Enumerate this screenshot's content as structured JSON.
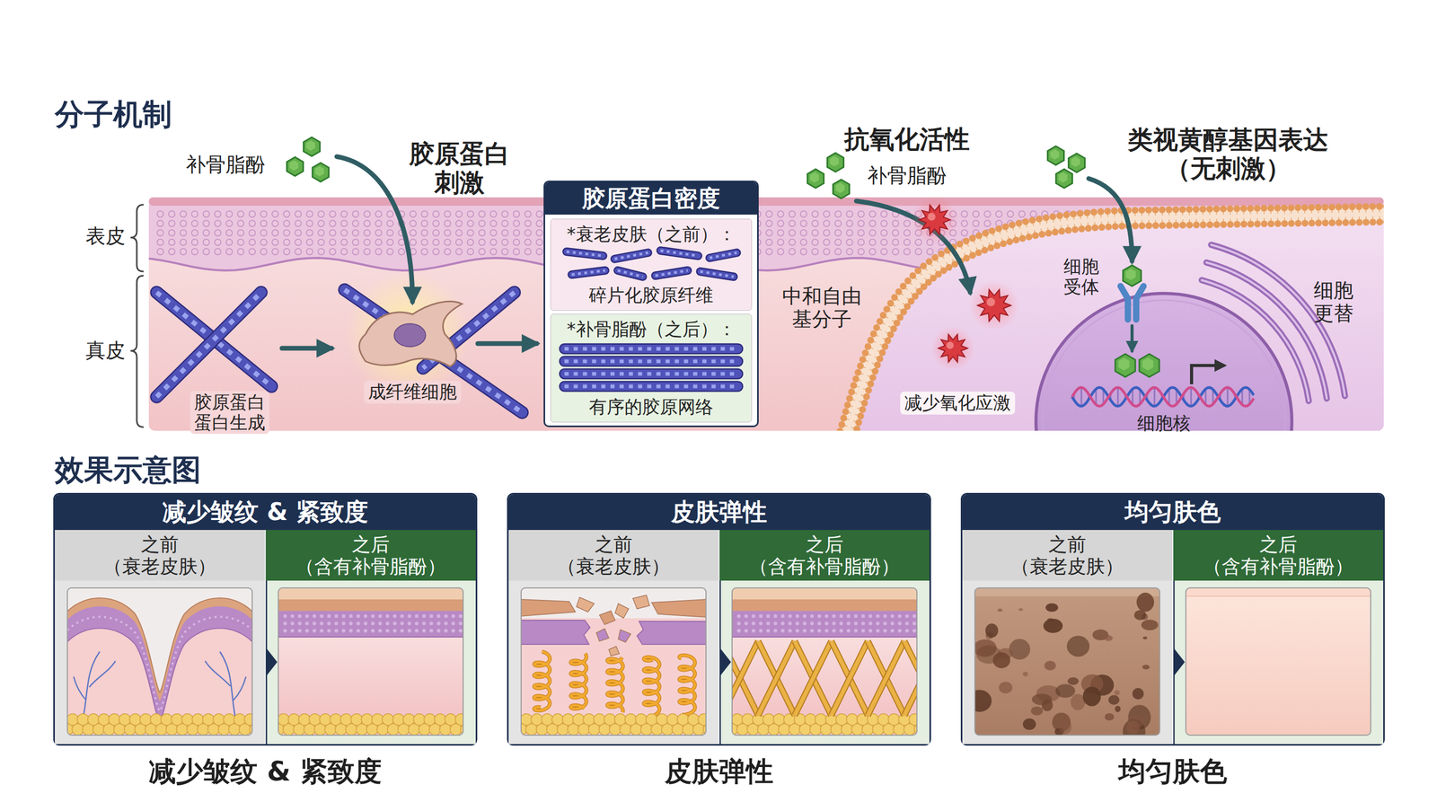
{
  "diagram": {
    "nodes": [
      {
        "text": [
          "胶原蛋白密度"
        ]
      },
      {
        "text": [
          "*衰老皮肤（之前）：",
          "碎片化胶原纤维"
        ],
        "in": 0
      },
      {
        "text": [
          "*补骨脂酚（之后）：",
          "有序的胶原网络"
        ],
        "in": 0
      },
      {
        "text": [
          "减少皱纹 & 紧致度"
        ]
      },
      {
        "text": [
          "之前 （衰老皮肤）"
        ],
        "in": 3
      },
      {
        "text": [
          "之后 （含有补骨脂酚）"
        ],
        "in": 3
      },
      {
        "text": [
          "皮肤弹性"
        ]
      },
      {
        "text": [
          "之前 （衰老皮肤）"
        ],
        "in": 6
      },
      {
        "text": [
          "之后 （含有补骨脂酚）"
        ],
        "in": 6
      },
      {
        "text": [
          "均匀肤色"
        ]
      },
      {
        "text": [
          "之前 （衰老皮肤）"
        ],
        "in": 9
      },
      {
        "text": [
          "之后 （含有补骨脂酚）"
        ],
        "in": 9
      }
    ],
    "labels": [
      "分子机制",
      "补骨脂酚",
      "胶原蛋白 刺激",
      "表皮",
      "真皮",
      "胶原蛋白 蛋白生成",
      "成纤维细胞",
      "抗氧化活性",
      "补骨脂酚",
      "中和自由 基分子",
      "减少氧化应激",
      "类视黄醇基因表达 （无刺激）",
      "细胞 受体",
      "细胞 更替",
      "细胞核",
      "效果示意图",
      "减少皱纹 & 紧致度",
      "皮肤弹性",
      "均匀肤色"
    ]
  }
}
